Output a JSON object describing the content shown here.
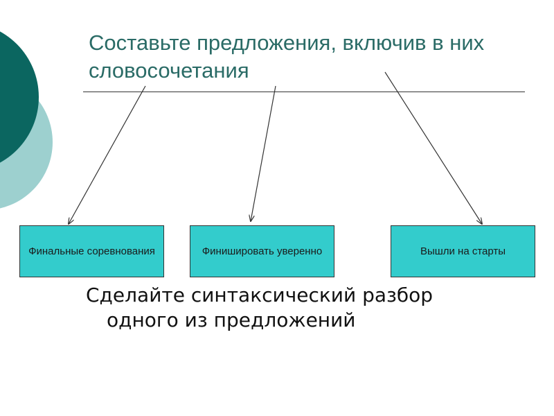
{
  "slide": {
    "title": "Составьте предложения, включив в них словосочетания",
    "phrases": [
      "Финальные соревнования",
      "Финишировать уверенно",
      "Вышли на старты"
    ],
    "task_line1": "Сделайте синтаксический разбор",
    "task_line2": "одного из предложений"
  },
  "colors": {
    "title": "#2a6b66",
    "box_fill": "#33cccc",
    "decor_dark": "#0b6660",
    "decor_light": "#9dd0cf"
  }
}
